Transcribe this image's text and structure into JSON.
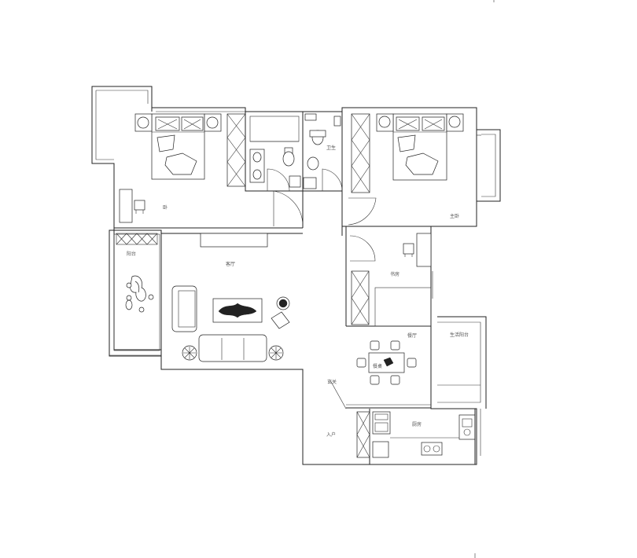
{
  "rooms": {
    "master_bedroom": "卧",
    "bathroom": "卫生",
    "second_bedroom": "主卧",
    "study": "书房",
    "living_room": "客厅",
    "balcony": "阳台",
    "dining_room": "餐厅",
    "entrance": "玄关",
    "foyer": "入户",
    "kitchen": "厨房",
    "kitchen_balcony": "生活阳台",
    "dining_table": "餐桌"
  }
}
